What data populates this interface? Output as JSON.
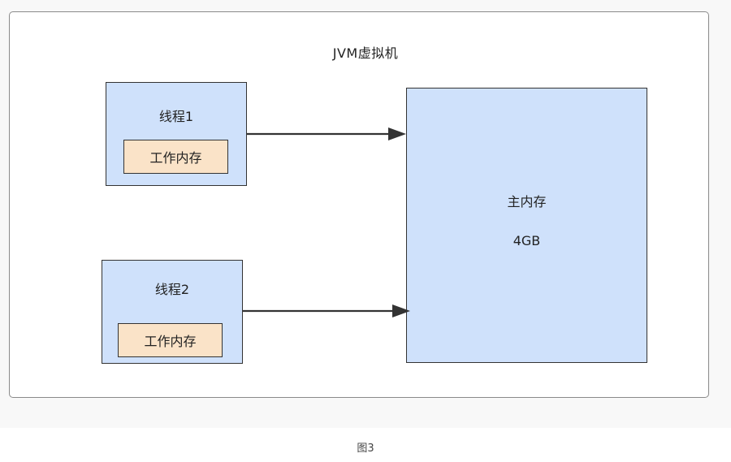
{
  "diagram": {
    "container_title": "JVM虚拟机",
    "thread1": {
      "title": "线程1",
      "working_memory": "工作内存"
    },
    "thread2": {
      "title": "线程2",
      "working_memory": "工作内存"
    },
    "main_memory": {
      "title": "主内存",
      "size": "4GB"
    }
  },
  "caption": "图3",
  "colors": {
    "thread_box": "#cfe1fb",
    "working_memory_box": "#fae3c8",
    "border": "#333333",
    "arrow": "#333333"
  }
}
